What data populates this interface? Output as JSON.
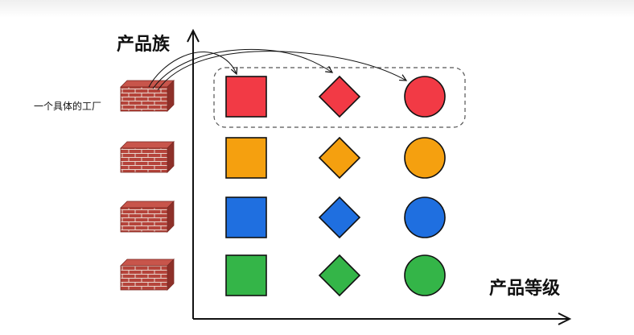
{
  "labels": {
    "y_axis": "产品族",
    "x_axis": "产品等级",
    "factory": "一个具体的工厂"
  },
  "colors": {
    "axis": "#111111",
    "brick_front": "#b5443b",
    "brick_top": "#c8554b",
    "brick_side": "#8e3029",
    "mortar": "#e8d5cc",
    "dashed_group": "#555555"
  },
  "families": [
    {
      "color": "#f23a45",
      "shapes": [
        "square",
        "diamond",
        "circle"
      ]
    },
    {
      "color": "#f5a00f",
      "shapes": [
        "square",
        "diamond",
        "circle"
      ]
    },
    {
      "color": "#1f6fe0",
      "shapes": [
        "square",
        "diamond",
        "circle"
      ]
    },
    {
      "color": "#34b548",
      "shapes": [
        "square",
        "diamond",
        "circle"
      ]
    }
  ]
}
